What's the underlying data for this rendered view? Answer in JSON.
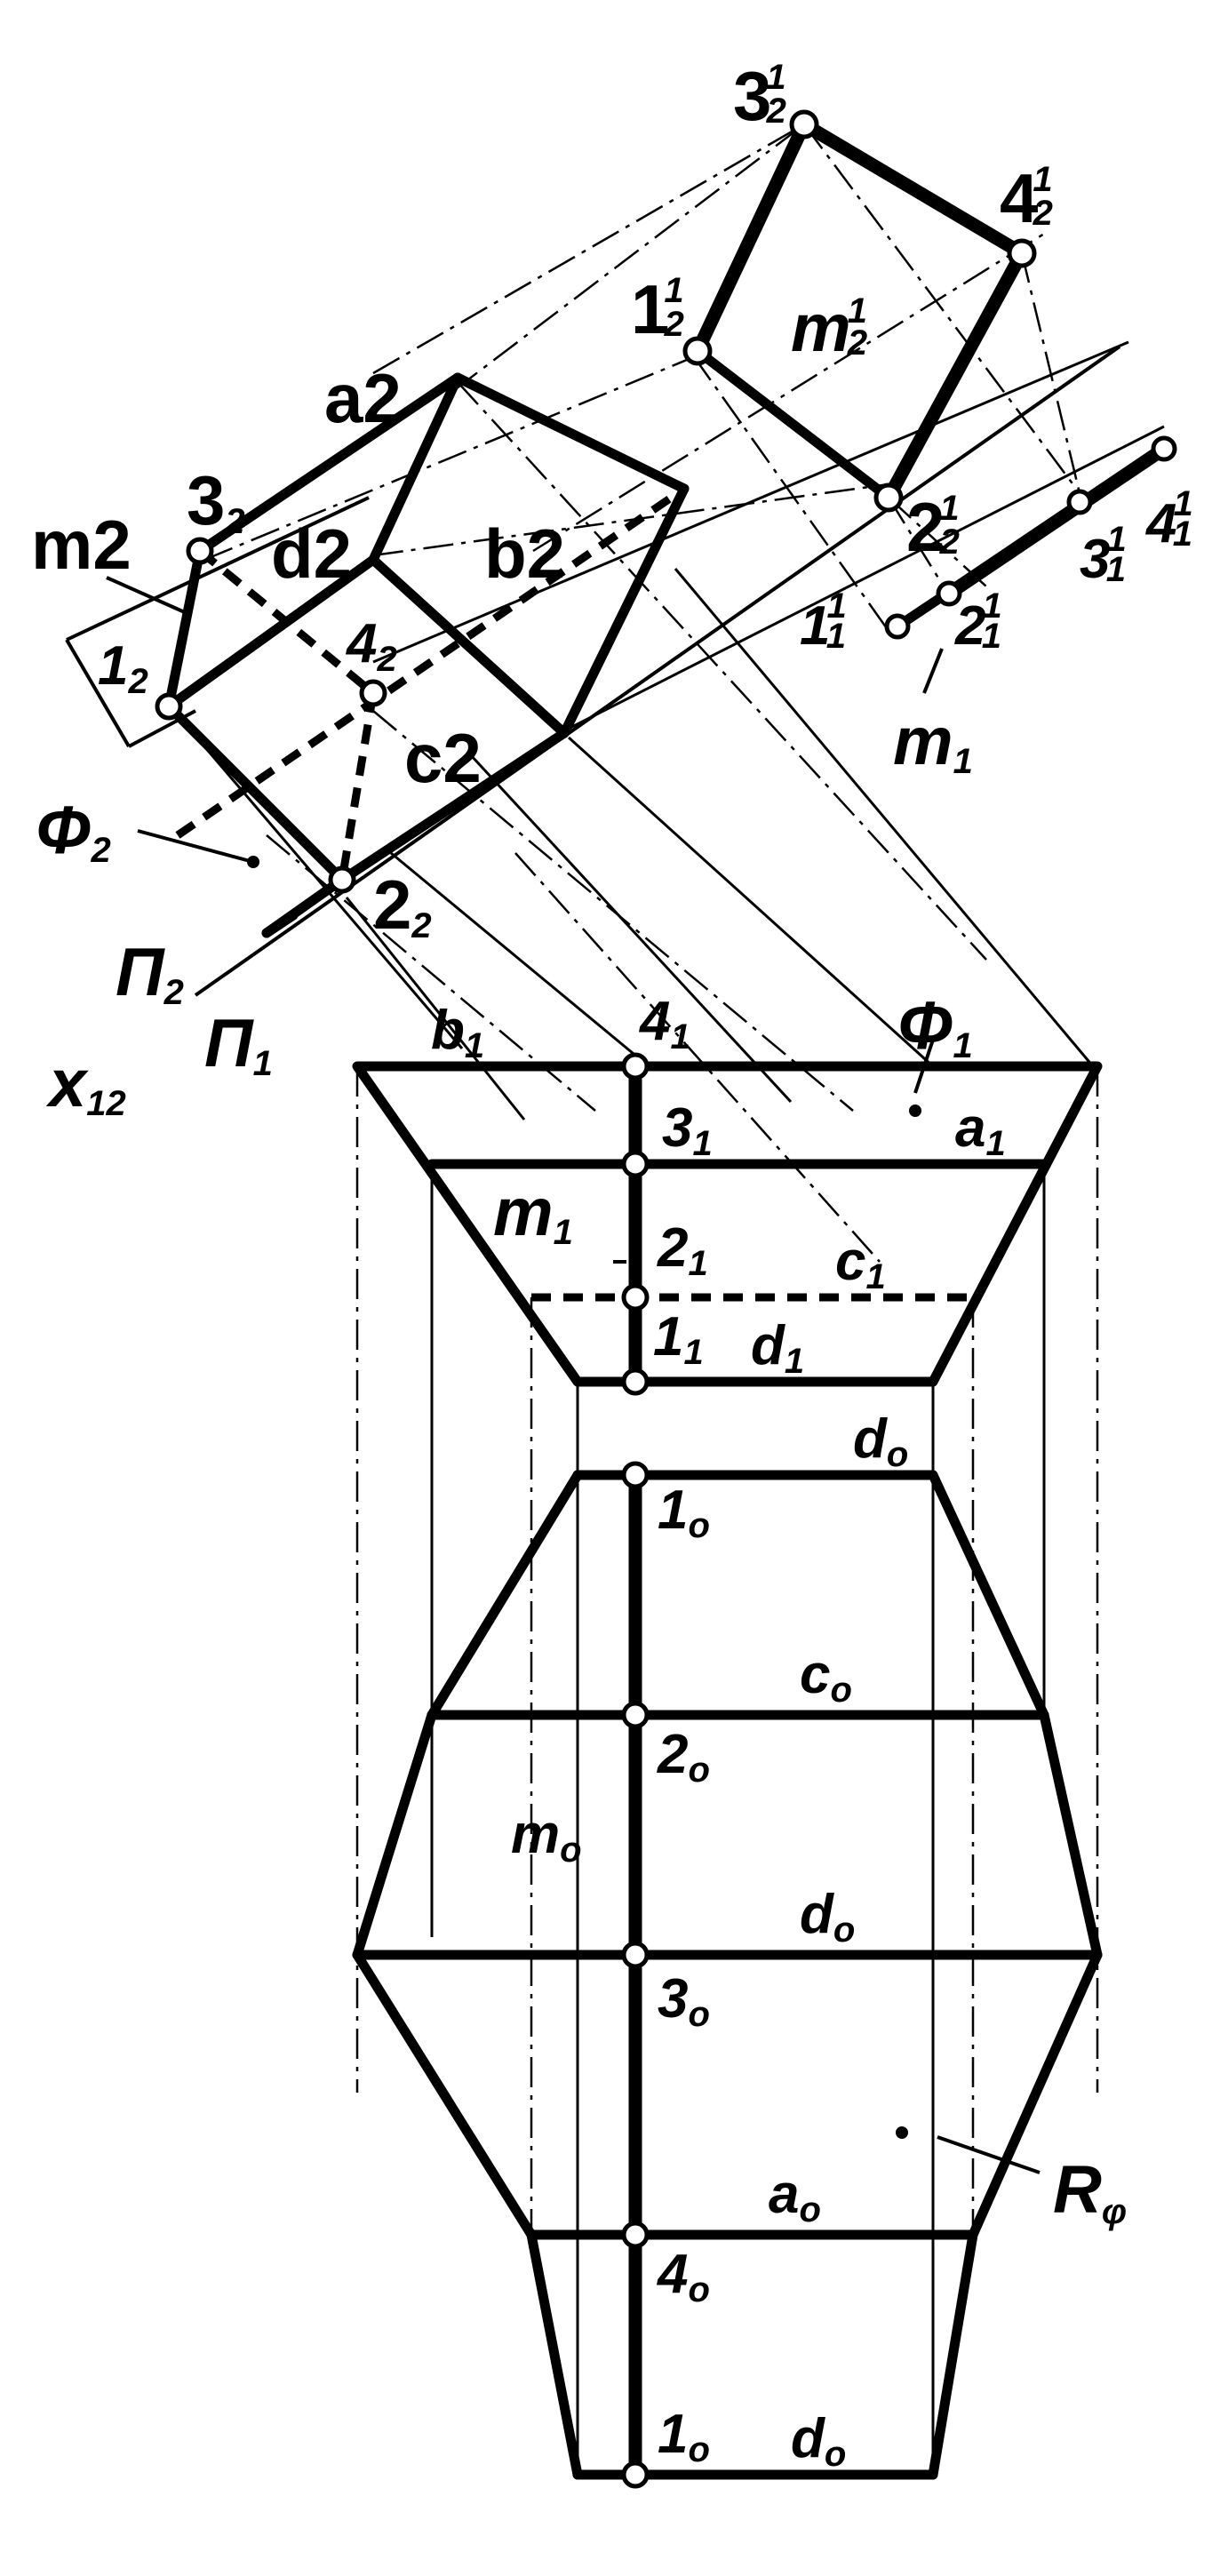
{
  "colors": {
    "stroke": "#000000",
    "background": "#ffffff"
  },
  "labels": {
    "a2": "a2",
    "b2": "b2",
    "c2": "c2",
    "d2": "d2",
    "m2": "m2",
    "p3_2": "3",
    "p3_2s": "2",
    "p1_2": "1",
    "p1_2s": "2",
    "p4_2": "4",
    "p4_2s": "2",
    "p2_2": "2",
    "p2_2s": "2",
    "phi2": "Φ",
    "phi2s": "2",
    "pi2": "Π",
    "pi2s": "2",
    "pi1": "Π",
    "pi1s": "1",
    "x12": "x",
    "x12s": "12",
    "p3_2_1": "3",
    "p3_2_1sup": "1",
    "p3_2_1sub": "2",
    "p4_2_1": "4",
    "p4_2_1sup": "1",
    "p4_2_1sub": "2",
    "p1_2_1": "1",
    "p1_2_1sup": "1",
    "p1_2_1sub": "2",
    "p2_2_1": "2",
    "p2_2_1sup": "1",
    "p2_2_1sub": "2",
    "m2_1": "m",
    "m2_1sup": "1",
    "m2_1sub": "2",
    "p1_1_1": "1",
    "p1_1_1sup": "1",
    "p1_1_1sub": "1",
    "p2_1_1": "2",
    "p2_1_1sup": "1",
    "p2_1_1sub": "1",
    "p3_1_1": "3",
    "p3_1_1sup": "1",
    "p3_1_1sub": "1",
    "p4_1_1": "4",
    "p4_1_1sup": "1",
    "p4_1_1sub": "1",
    "m1_right": "m",
    "m1_rights": "1",
    "phi1": "Φ",
    "phi1s": "1",
    "b1": "b",
    "b1s": "1",
    "p4_1": "4",
    "p4_1s": "1",
    "p3_1": "3",
    "p3_1s": "1",
    "a1": "a",
    "a1s": "1",
    "m1": "m",
    "m1s": "1",
    "p2_1": "2",
    "p2_1s": "1",
    "c1": "c",
    "c1s": "1",
    "p1_1": "1",
    "p1_1s": "1",
    "d1": "d",
    "d1s": "1",
    "d0_top": "d",
    "d0_tops": "o",
    "p1_0": "1",
    "p1_0s": "o",
    "c0": "c",
    "c0s": "o",
    "p2_0": "2",
    "p2_0s": "o",
    "m0": "m",
    "m0s": "o",
    "d0_mid": "d",
    "d0_mids": "o",
    "p3_0": "3",
    "p3_0s": "o",
    "a0": "a",
    "a0s": "o",
    "p4_0": "4",
    "p4_0s": "o",
    "r_phi": "R",
    "r_phis": "φ",
    "p1_0b": "1",
    "p1_0bs": "o",
    "d0_bot": "d",
    "d0_bots": "o"
  }
}
